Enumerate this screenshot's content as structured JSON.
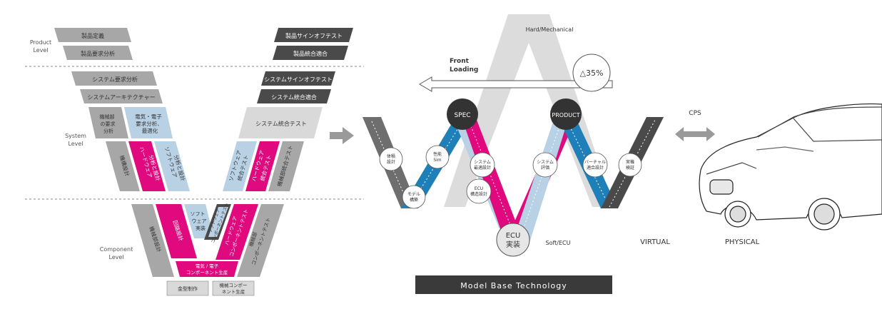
{
  "levels": {
    "product": [
      "Product",
      "Level"
    ],
    "system": [
      "System",
      "Level"
    ],
    "component": [
      "Component",
      "Level"
    ]
  },
  "left_v": {
    "product_left": [
      "製品定義",
      "製品要求分析"
    ],
    "product_right": [
      "製品サインオフテスト",
      "製品統合適合"
    ],
    "system_left": [
      "システム要求分析",
      "システムアーキテクチャー"
    ],
    "system_right": [
      "システムサインオフテスト",
      "システム統合適合"
    ],
    "mech_req": [
      "機械部",
      "の要求",
      "分析"
    ],
    "elec_req": [
      "電気・電子",
      "要求分析、",
      "最適化"
    ],
    "mech_design": "機構設計",
    "hw_design": [
      "ハードウェア",
      "分析と設計"
    ],
    "sw_design": [
      "ソフトウェア",
      "分析と設計"
    ],
    "system_integration_test": "システム統合テスト",
    "sw_integration_test": [
      "ソフトウェア",
      "統合テスト"
    ],
    "hw_integration_test": [
      "ハードウェア",
      "統合テスト"
    ],
    "mech_integration_test": "機械部統合テスト",
    "mech_detail": "機械部設計",
    "circuit_design": "回路設計",
    "sw_impl": [
      "ソフト",
      "ウェア",
      "実装"
    ],
    "sw_component_test": [
      "ソフトウェア",
      "コンポーネントテスト"
    ],
    "hw_component_test": [
      "ハードウェア",
      "コンポーネントテスト"
    ],
    "mech_component_test": [
      "機械部",
      "コンポーネントテスト"
    ],
    "elec_component_prod": [
      "電気 / 電子",
      "コンポーネント生産"
    ],
    "mold_prod": "金型制作",
    "mech_component_prod": [
      "機械コンポー",
      "ネント生産"
    ]
  },
  "right_v": {
    "hard_label": "Hard/Mechanical",
    "soft_label": "Soft/ECU",
    "front_loading": [
      "Front",
      "Loading"
    ],
    "reduction": "△35%",
    "spec": "SPEC",
    "product": "PRODUCT",
    "ecu": [
      "ECU",
      "実装"
    ],
    "nodes": {
      "performance_design": [
        "体積",
        "設計"
      ],
      "model_build": [
        "モデル",
        "構築"
      ],
      "perf_sim": [
        "性能",
        "Sim"
      ],
      "system_opt": [
        "システム",
        "最適設計"
      ],
      "ecu_struct": [
        "ECU",
        "構造設計"
      ],
      "system_eval": [
        "システム",
        "評価"
      ],
      "virtual_eval": [
        "バーチャル",
        "適合設計"
      ],
      "real_eval": [
        "実機",
        "検証"
      ]
    },
    "virtual": "VIRTUAL",
    "physical": "PHYSICAL",
    "cps": "CPS",
    "banner": "Model Base Technology"
  },
  "colors": {
    "gray": "#a7a7a7",
    "dark": "#4a4a4a",
    "magenta": "#e0097d",
    "light_blue": "#b8d1e4",
    "blue": "#1f7fb8",
    "pale_gray": "#d9d9d9"
  }
}
